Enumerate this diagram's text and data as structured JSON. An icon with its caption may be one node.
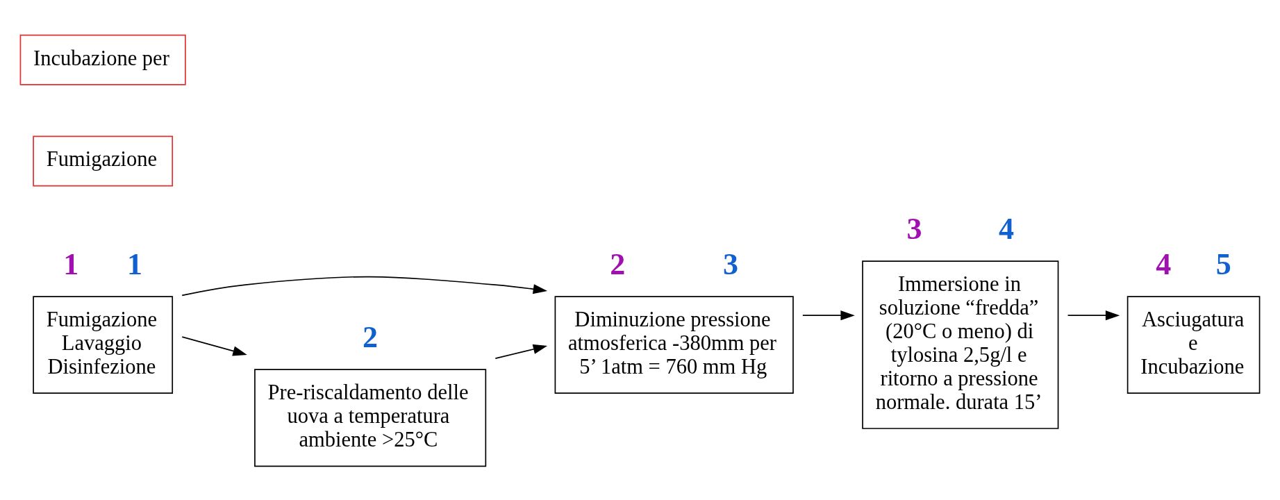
{
  "diagram": {
    "nodes": [
      {
        "text": [
          "Fumigazione Lavaggio Disinfezione"
        ],
        "beside": [
          "1",
          "1"
        ]
      },
      {
        "text": [
          "Diminuzione pressione atmosferica -380mm per 5’ 1atm = 760 mm Hg"
        ],
        "beside": [
          "2",
          "3"
        ]
      },
      {
        "text": [
          "Immersione in soluzione “fredda” (20°C o meno) di tylosina 2,5g/l e ritorno a pressione normale. durata 15’"
        ],
        "beside": [
          "3",
          "4"
        ]
      },
      {
        "text": [
          "Asciugatura e Incubazione"
        ],
        "beside": [
          "4",
          "5"
        ]
      },
      {
        "text": [
          "Pre-riscaldamento delle uova a temperatura ambiente >25°C"
        ],
        "beside": [
          "2"
        ]
      },
      {
        "text": [
          "Fumigazione"
        ]
      },
      {
        "text": [
          "Incubazione per"
        ]
      }
    ],
    "edges": [
      {
        "from": 0,
        "to": 1,
        "arrow": "to"
      },
      {
        "from": 0,
        "to": 4,
        "arrow": "to"
      },
      {
        "from": 4,
        "to": 1,
        "arrow": "to"
      },
      {
        "from": 1,
        "to": 2,
        "arrow": "to"
      },
      {
        "from": 2,
        "to": 3,
        "arrow": "to"
      }
    ]
  }
}
